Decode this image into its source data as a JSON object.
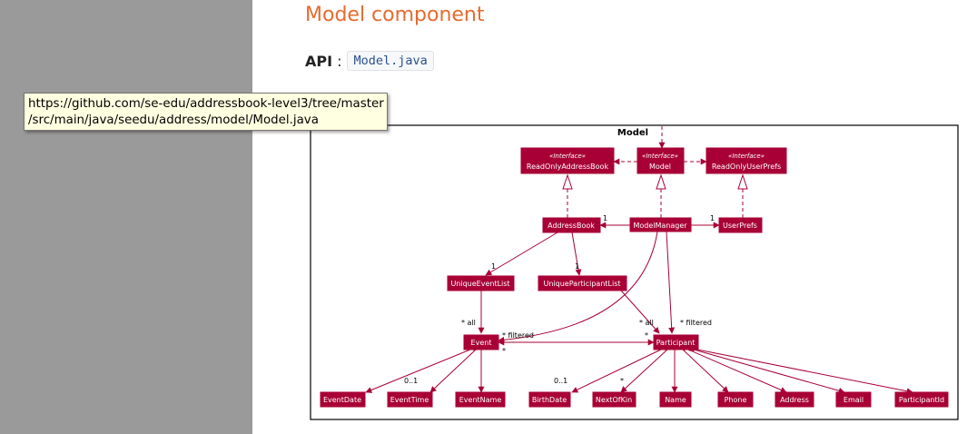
{
  "page": {
    "title": "Model component"
  },
  "api": {
    "label": "API",
    "colon": ":",
    "link_text": "Model.java"
  },
  "tooltip": {
    "line1": "https://github.com/se-edu/addressbook-level3/tree/master",
    "line2": "/src/main/java/seedu/address/model/Model.java"
  },
  "diagram": {
    "package_name": "Model",
    "stereotype": "«Interface»",
    "classes": {
      "read_only_address_book": "ReadOnlyAddressBook",
      "model": "Model",
      "read_only_user_prefs": "ReadOnlyUserPrefs",
      "address_book": "AddressBook",
      "model_manager": "ModelManager",
      "user_prefs": "UserPrefs",
      "unique_event_list": "UniqueEventList",
      "unique_participant_list": "UniqueParticipantList",
      "event": "Event",
      "participant": "Participant",
      "event_date": "EventDate",
      "event_time": "EventTime",
      "event_name": "EventName",
      "birth_date": "BirthDate",
      "next_of_kin": "NextOfKin",
      "name": "Name",
      "phone": "Phone",
      "address": "Address",
      "email": "Email",
      "participant_id": "ParticipantId"
    },
    "labels": {
      "one_a": "1",
      "one_b": "1",
      "one_c": "1",
      "one_d": "1",
      "star_all_event": "* all",
      "star_filtered_event": "* filtered",
      "star_event": "*",
      "star_all_participant": "* all",
      "star_filtered_participant": "* filtered",
      "star_participant": "*",
      "zero_one_time": "0..1",
      "zero_one_birth": "0..1",
      "star_kin": "*"
    }
  }
}
